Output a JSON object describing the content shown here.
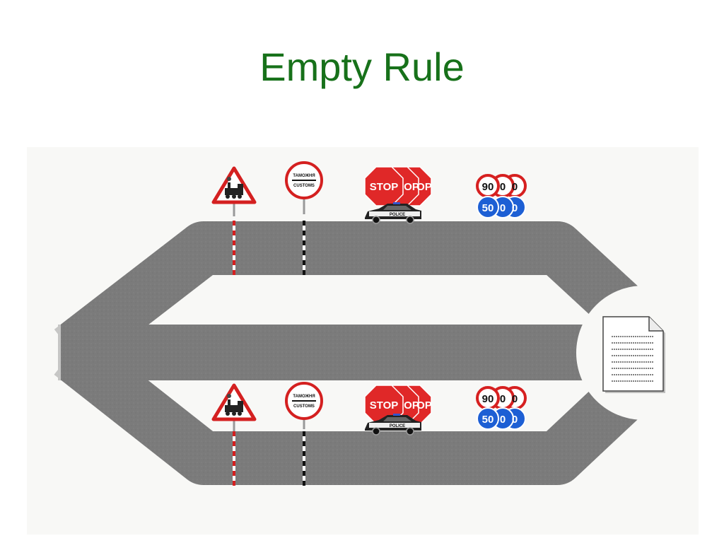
{
  "slide": {
    "title": "Empty Rule"
  },
  "colors": {
    "title": "#17711a",
    "road": "#7a7a7a",
    "stop_sign": "#e02828",
    "speed_sign_blue": "#1d5fd4",
    "speed_sign_red_ring": "#d62020"
  },
  "icons": {
    "railway_warning": "railway-crossing-sign-icon",
    "customs": "customs-sign-icon",
    "stop": "stop-sign-icon",
    "police": "police-car-icon",
    "speed_limit": "speed-limit-sign-icon",
    "document": "document-icon"
  },
  "signs": {
    "customs_top": "ТАМОЖНЯ",
    "customs_bottom": "CUSTOMS",
    "stop": "STOP",
    "stop_partial_1": "OP",
    "stop_partial_2": "OP",
    "police": "POLICE",
    "speed_max": "90",
    "speed_max_partial_1": "0",
    "speed_max_partial_2": "0",
    "speed_min": "50",
    "speed_min_partial_1": "0",
    "speed_min_partial_2": "0"
  }
}
